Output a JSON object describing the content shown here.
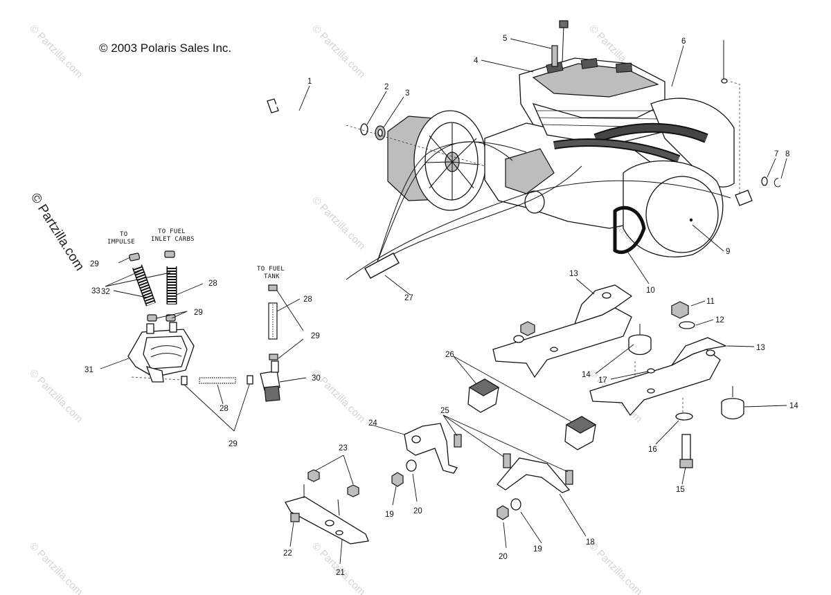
{
  "copyright": "© 2003 Polaris Sales Inc.",
  "watermark": "© Partzilla.com",
  "side_watermark": "© Partzilla.com",
  "notes": {
    "to_impulse": [
      "TO",
      "IMPULSE"
    ],
    "to_fuel_inlet": [
      "TO FUEL",
      "INLET CARBS"
    ],
    "to_fuel_tank": [
      "TO FUEL",
      "TANK"
    ]
  },
  "callouts": [
    {
      "id": "c1",
      "text": "1"
    },
    {
      "id": "c2",
      "text": "2"
    },
    {
      "id": "c3",
      "text": "3"
    },
    {
      "id": "c4",
      "text": "4"
    },
    {
      "id": "c5",
      "text": "5"
    },
    {
      "id": "c6",
      "text": "6"
    },
    {
      "id": "c7",
      "text": "7"
    },
    {
      "id": "c8",
      "text": "8"
    },
    {
      "id": "c9",
      "text": "9"
    },
    {
      "id": "c10",
      "text": "10"
    },
    {
      "id": "c11",
      "text": "11"
    },
    {
      "id": "c12",
      "text": "12"
    },
    {
      "id": "c13a",
      "text": "13"
    },
    {
      "id": "c13b",
      "text": "13"
    },
    {
      "id": "c14a",
      "text": "14"
    },
    {
      "id": "c14b",
      "text": "14"
    },
    {
      "id": "c15",
      "text": "15"
    },
    {
      "id": "c16",
      "text": "16"
    },
    {
      "id": "c17",
      "text": "17"
    },
    {
      "id": "c18",
      "text": "18"
    },
    {
      "id": "c19a",
      "text": "19"
    },
    {
      "id": "c19b",
      "text": "19"
    },
    {
      "id": "c20a",
      "text": "20"
    },
    {
      "id": "c20b",
      "text": "20"
    },
    {
      "id": "c21",
      "text": "21"
    },
    {
      "id": "c22",
      "text": "22"
    },
    {
      "id": "c23",
      "text": "23"
    },
    {
      "id": "c24",
      "text": "24"
    },
    {
      "id": "c25",
      "text": "25"
    },
    {
      "id": "c26",
      "text": "26"
    },
    {
      "id": "c27",
      "text": "27"
    },
    {
      "id": "c28a",
      "text": "28"
    },
    {
      "id": "c28b",
      "text": "28"
    },
    {
      "id": "c28c",
      "text": "28"
    },
    {
      "id": "c29a",
      "text": "29"
    },
    {
      "id": "c29b",
      "text": "29"
    },
    {
      "id": "c29c",
      "text": "29"
    },
    {
      "id": "c29d",
      "text": "29"
    },
    {
      "id": "c30",
      "text": "30"
    },
    {
      "id": "c31",
      "text": "31"
    },
    {
      "id": "c32",
      "text": "32"
    },
    {
      "id": "c33",
      "text": "33"
    }
  ]
}
